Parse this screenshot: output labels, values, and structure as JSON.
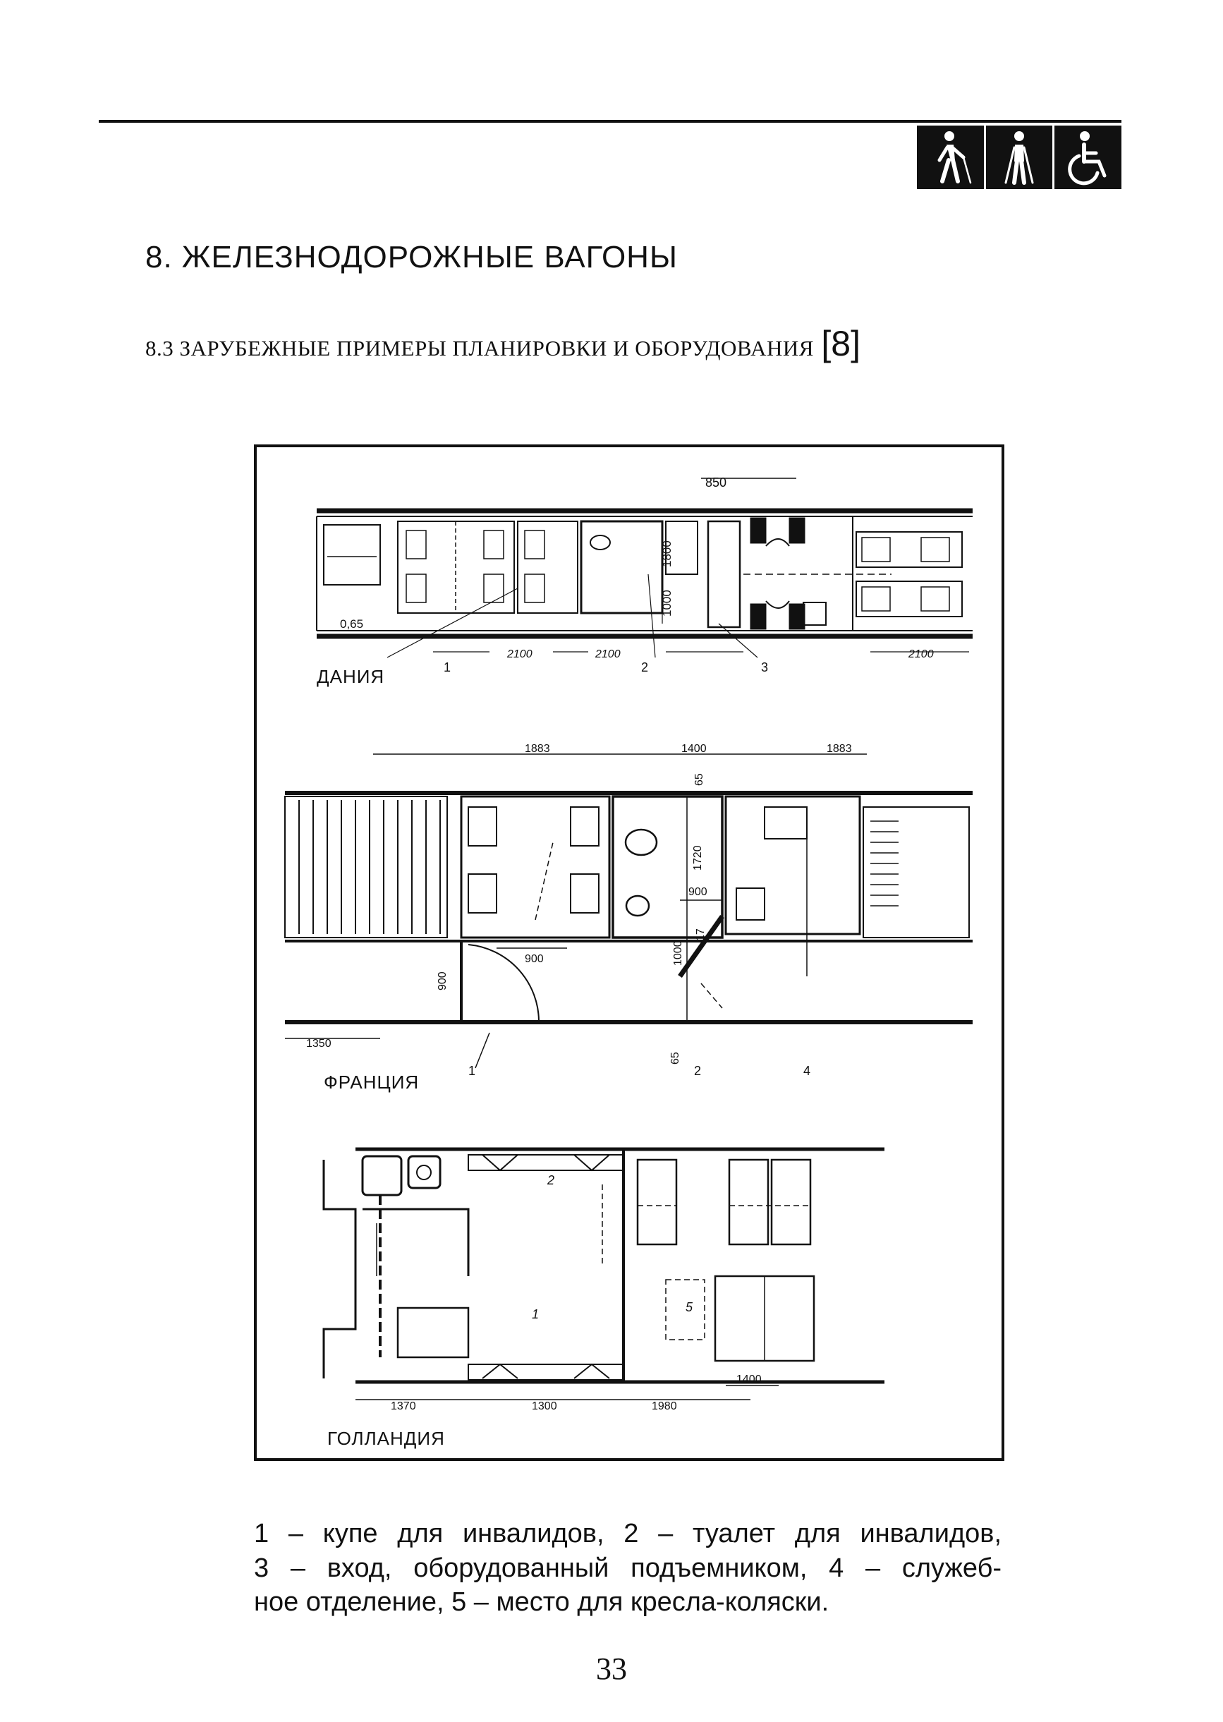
{
  "header": {
    "icons": [
      "blind-person-cane-icon",
      "person-with-crutches-icon",
      "wheelchair-icon"
    ]
  },
  "chapter_title": "8. ЖЕЛЕЗНОДОРОЖНЫЕ ВАГОНЫ",
  "section_title": "8.3 ЗАРУБЕЖНЫЕ ПРИМЕРЫ ПЛАНИРОВКИ И ОБОРУДОВАНИЯ",
  "section_ref": "[8]",
  "figure": {
    "denmark": {
      "label": "ДАНИЯ",
      "dims": {
        "top": "850",
        "left_small": "0,65",
        "v1": "1800",
        "v2": "1000",
        "b1": "2100",
        "b2": "2100",
        "b3": "2100"
      },
      "callouts": [
        "1",
        "2",
        "3"
      ]
    },
    "france": {
      "label": "ФРАНЦИЯ",
      "dims": {
        "t1": "1883",
        "t2": "1400",
        "t3": "1883",
        "v65_top": "65",
        "v1720": "1720",
        "h900_wc": "900",
        "v1000": "1000",
        "v17": "17",
        "h900_corr": "900",
        "v900_door": "900",
        "h1350": "1350",
        "v65_bottom": "65"
      },
      "callouts": [
        "1",
        "2",
        "4"
      ]
    },
    "netherlands": {
      "label": "ГОЛЛАНДИЯ",
      "dims": {
        "b1": "1370",
        "b2": "1300",
        "b3": "1980",
        "b4": "1400"
      },
      "callouts": [
        "2",
        "1",
        "5"
      ]
    }
  },
  "caption_lines": [
    "1 – купе для инвалидов, 2 – туалет для инвалидов,",
    "3 – вход, оборудованный подъемником, 4 – служеб-",
    "ное отделение, 5 – место для кресла-коляски."
  ],
  "page_number": "33"
}
